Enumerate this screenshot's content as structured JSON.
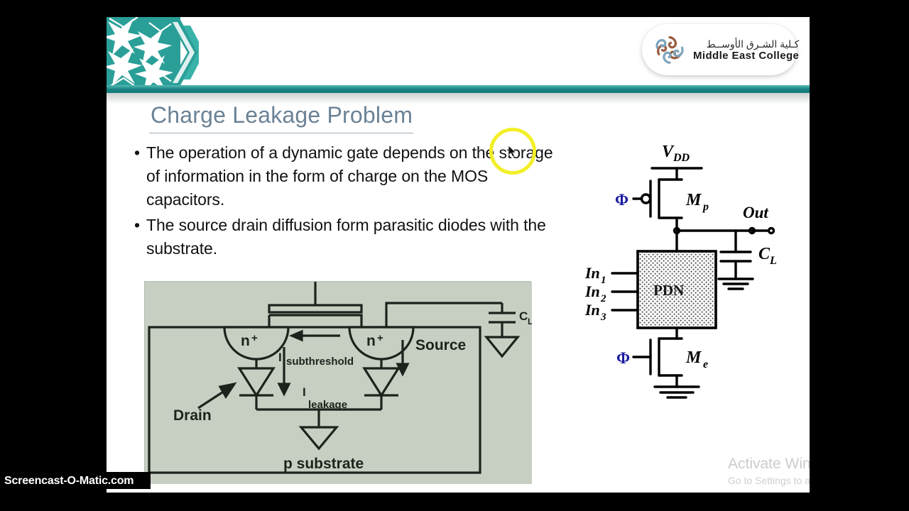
{
  "slide": {
    "title": "Charge Leakage Problem",
    "bullets": [
      "The operation of a dynamic gate depends on the storage of information in the form of charge on the MOS capacitors.",
      "The source drain diffusion form parasitic diodes with the substrate."
    ],
    "bullet_marker": "•"
  },
  "logo": {
    "arabic": "كـلية الشـرق الأوســط",
    "english": "Middle East College",
    "petal_color_a": "#9a5c3e",
    "petal_color_b": "#7ea4bb"
  },
  "theme": {
    "teal": "#16807f",
    "teal_light": "#3aa49f",
    "title_color": "#6b8296",
    "slide_bg": "#ffffff",
    "canvas_bg": "#000000",
    "figure_bg": "#c7cfc3"
  },
  "circuit_diagram": {
    "labels": {
      "vdd": "V",
      "vdd_sub": "DD",
      "clock_top": "Φ",
      "clock_bottom": "Φ",
      "mp": "M",
      "mp_sub": "p",
      "me": "M",
      "me_sub": "e",
      "out": "Out",
      "cl": "C",
      "cl_sub": "L",
      "pdn": "PDN",
      "in1": "In",
      "in1_sub": "1",
      "in2": "In",
      "in2_sub": "2",
      "in3": "In",
      "in3_sub": "3"
    },
    "clock_color": "#1c1ca0"
  },
  "cross_section": {
    "labels": {
      "drain": "Drain",
      "source": "Source",
      "n_plus_left": "n",
      "n_plus_left_sup": "+",
      "n_plus_right": "n",
      "n_plus_right_sup": "+",
      "i_subthreshold_i": "I",
      "i_subthreshold_word": "subthreshold",
      "i_leakage_i": "I",
      "i_leakage_word": "leakage",
      "p_substrate": "p substrate",
      "cl": "C",
      "cl_sub": "L"
    }
  },
  "watermarks": {
    "screencast": "Screencast-O-Matic.com",
    "activate_title": "Activate Windows",
    "activate_sub": "Go to Settings to activate Windows."
  }
}
